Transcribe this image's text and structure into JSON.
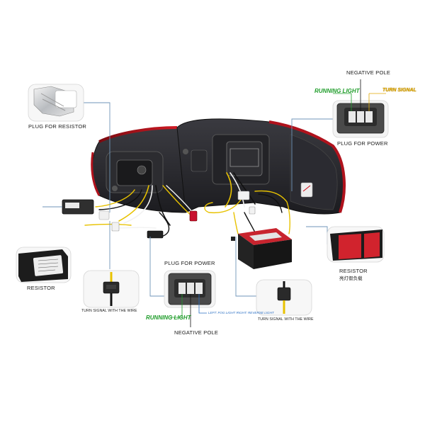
{
  "labels": {
    "negative_pole_top": "NEGATIVE POLE",
    "running_light_top": "RUNNING LIGHT",
    "turn_signal_top": "TURN SIGNAL",
    "plug_for_power_right": "PLUG FOR POWER",
    "plug_for_resistor": "PLUG FOR RESISTOR",
    "resistor_left": "RESISTOR",
    "resistor_right": "RESISTOR",
    "resistor_right_zh": "亮灯假负载",
    "turn_signal_wire_left": "TURN SIGNAL WITH THE WIRE",
    "plug_for_power_center": "PLUG FOR POWER",
    "running_light_bottom": "RUNNING LIGHT",
    "left_fog_reverse": "LEFT: FOG LIGHT RIGHT: REVERSE LIGHT",
    "negative_pole_bottom": "NEGATIVE POLE",
    "turn_signal_wire_right": "TURN SIGNAL WITH THE WIRE"
  },
  "colors": {
    "lens_dark": "#2a2a2e",
    "housing_red": "#b0121c",
    "connector_black": "#3a3a3a",
    "wire_yellow": "#e8c200",
    "wire_white": "#f2f2f2",
    "wire_black": "#111111",
    "leader_line": "#6f95b8",
    "running_green": "#1f9d2a",
    "turn_yellow": "#e0a800",
    "fog_blue": "#2a6fc4"
  }
}
